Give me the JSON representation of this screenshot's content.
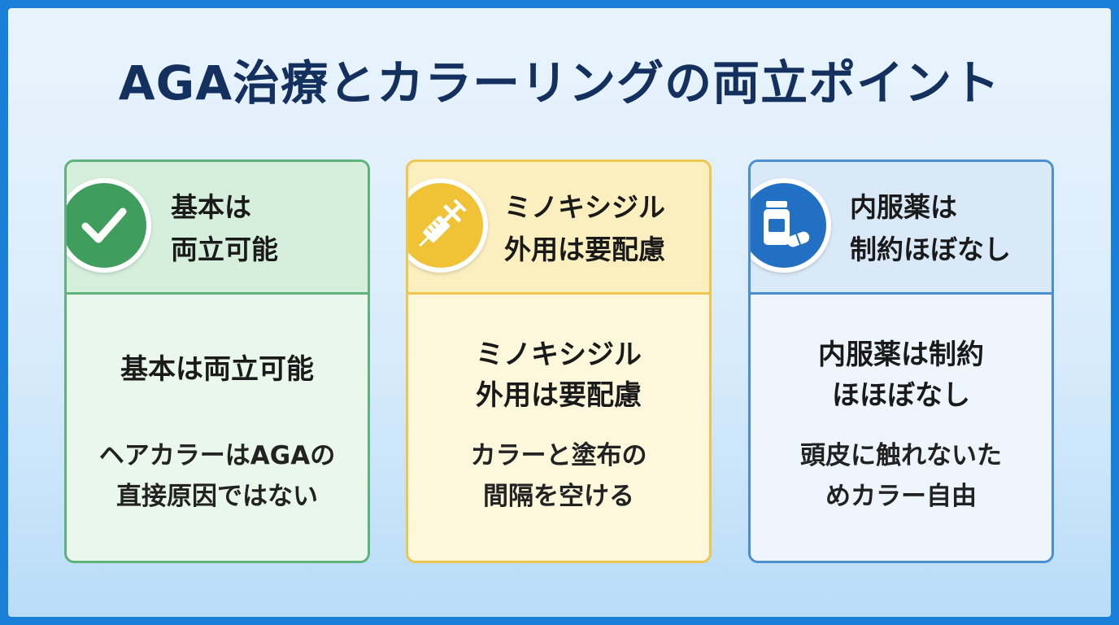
{
  "title": "AGA治療とカラーリングの両立ポイント",
  "colors": {
    "background": "#1a7fd6",
    "title": "#13305e",
    "green_accent": "#3f9e5e",
    "yellow_accent": "#f0c235",
    "blue_accent": "#2170c4"
  },
  "cards": [
    {
      "icon": "checkmark-icon",
      "header_lines": [
        "基本は",
        "両立可能"
      ],
      "heading_lines": [
        "基本は両立可能"
      ],
      "description_lines": [
        "ヘアカラーはAGAの",
        "直接原因ではない"
      ]
    },
    {
      "icon": "syringe-icon",
      "header_lines": [
        "ミノキシジル",
        "外用は要配慮"
      ],
      "heading_lines": [
        "ミノキシジル",
        "外用は要配慮"
      ],
      "description_lines": [
        "カラーと塗布の",
        "間隔を空ける"
      ]
    },
    {
      "icon": "medicine-bottle-icon",
      "header_lines": [
        "内服薬は",
        "制約ほぼなし"
      ],
      "heading_lines": [
        "内服薬は制約",
        "ほほぼなし"
      ],
      "description_lines": [
        "頭皮に触れないた",
        "めカラー自由"
      ]
    }
  ]
}
